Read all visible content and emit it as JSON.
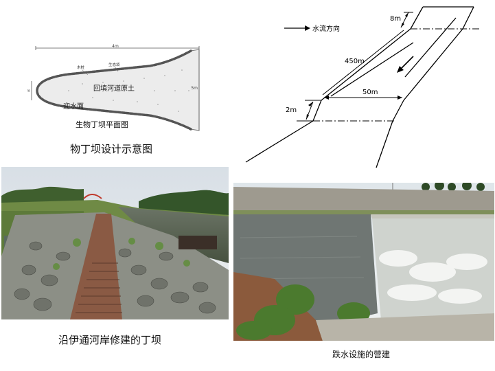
{
  "plan_diagram": {
    "top_dimension": "4m",
    "label_left_small": "木桩",
    "label_top": "生态袋",
    "label_fill": "回填河道原土",
    "label_facing": "迎水面",
    "left_dimension": "1m",
    "right_dimension": "5m",
    "inner_title": "生物丁坝平面图"
  },
  "caption_design": "物丁坝设计示意图",
  "drop_diagram": {
    "flow_label": "水流方向",
    "dim_8m": "8m",
    "dim_450m": "450m",
    "dim_50m": "50m",
    "dim_2m": "2m"
  },
  "caption_revetment": "沿伊通河岸修建的丁坝",
  "caption_drop": "跌水设施的营建"
}
